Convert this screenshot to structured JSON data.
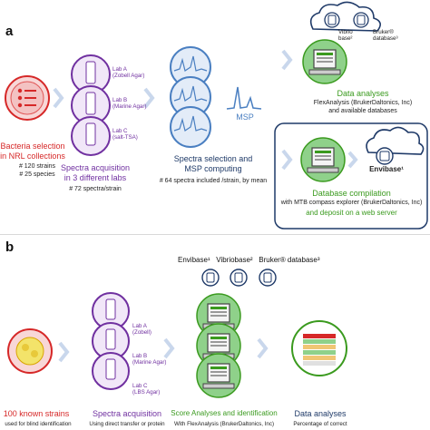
{
  "panel_a": {
    "letter": "a",
    "step1": {
      "title_line1": "Bacteria selection",
      "title_line2": "in NRL collections",
      "detail1": "# 120 strains",
      "detail2": "# 25 species"
    },
    "step2": {
      "labs": [
        {
          "name": "Lab A",
          "medium": "(Zobell Agar)"
        },
        {
          "name": "Lab B",
          "medium": "(Marine Agar)"
        },
        {
          "name": "Lab C",
          "medium": "(salt-TSA)"
        }
      ],
      "title_line1": "Spectra acquisition",
      "title_line2": "in 3 different labs",
      "detail": "# 72 spectra/strain"
    },
    "step3": {
      "msp_label": "MSP",
      "title_line1": "Spectra selection and",
      "title_line2": "MSP computing",
      "detail": "# 64 spectra included /strain, by mean"
    },
    "step4": {
      "db1_line1": "Vibrio",
      "db1_line2": "base²",
      "db2_line1": "Bruker®",
      "db2_line2": "database³",
      "title": "Data analyses",
      "detail_line1": "FlexAnalysis (BrukerDaltonics, Inc)",
      "detail_line2": "and available databases"
    },
    "step5": {
      "db_label": "Envibase¹",
      "title": "Database compilation",
      "detail_line1": "with MTB compass explorer (BrukerDaltonics, Inc)",
      "detail_line2": "and deposit on a web server"
    }
  },
  "panel_b": {
    "letter": "b",
    "databases": {
      "envibase": "Envibase¹",
      "vibriobase": "Vibriobase²",
      "bruker": "Bruker® database³"
    },
    "step1": {
      "title": "100 known strains",
      "detail": "used for blind identification"
    },
    "step2": {
      "labs": [
        {
          "name": "Lab A",
          "medium": "(Zobell)"
        },
        {
          "name": "Lab B",
          "medium": "(Marine Agar)"
        },
        {
          "name": "Lab C",
          "medium": "(LBS Agar)"
        }
      ],
      "title": "Spectra acquisition",
      "detail": "Using direct transfer or protein"
    },
    "step3": {
      "title": "Score Analyses and identification",
      "detail": "With FlexAnalysis (BrukerDaltonics, Inc)"
    },
    "step4": {
      "title": "Data analyses",
      "detail": "Percentage of correct"
    }
  },
  "colors": {
    "red": "#d62828",
    "purple": "#7030a0",
    "navy": "#1f3a68",
    "green": "#3a9a1e",
    "spectra_blue": "#4a7fc1",
    "green_disk": "#8fd18a",
    "arrow": "#c9d7ec"
  },
  "icons": {
    "petri_dish": "petri-dish-icon",
    "tube": "tube-icon",
    "spectrum": "spectrum-icon",
    "computer": "computer-icon",
    "database": "database-icon",
    "cloud": "cloud-icon",
    "chevron": "chevron-right-icon",
    "spreadsheet": "spreadsheet-icon"
  }
}
